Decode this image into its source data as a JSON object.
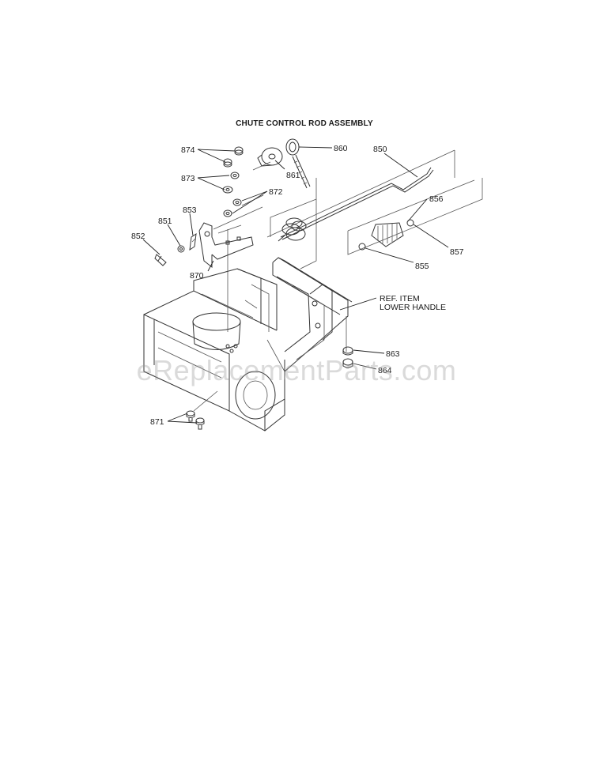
{
  "title": "CHUTE CONTROL ROD ASSEMBLY",
  "watermark": "eReplacementParts.com",
  "labels": {
    "p850": "850",
    "p851": "851",
    "p852": "852",
    "p853": "853",
    "p855": "855",
    "p856": "856",
    "p857": "857",
    "p860": "860",
    "p861": "861",
    "p863": "863",
    "p864": "864",
    "p870": "870",
    "p871": "871",
    "p872": "872",
    "p873": "873",
    "p874": "874",
    "ref_line1": "REF. ITEM",
    "ref_line2": "LOWER HANDLE"
  }
}
